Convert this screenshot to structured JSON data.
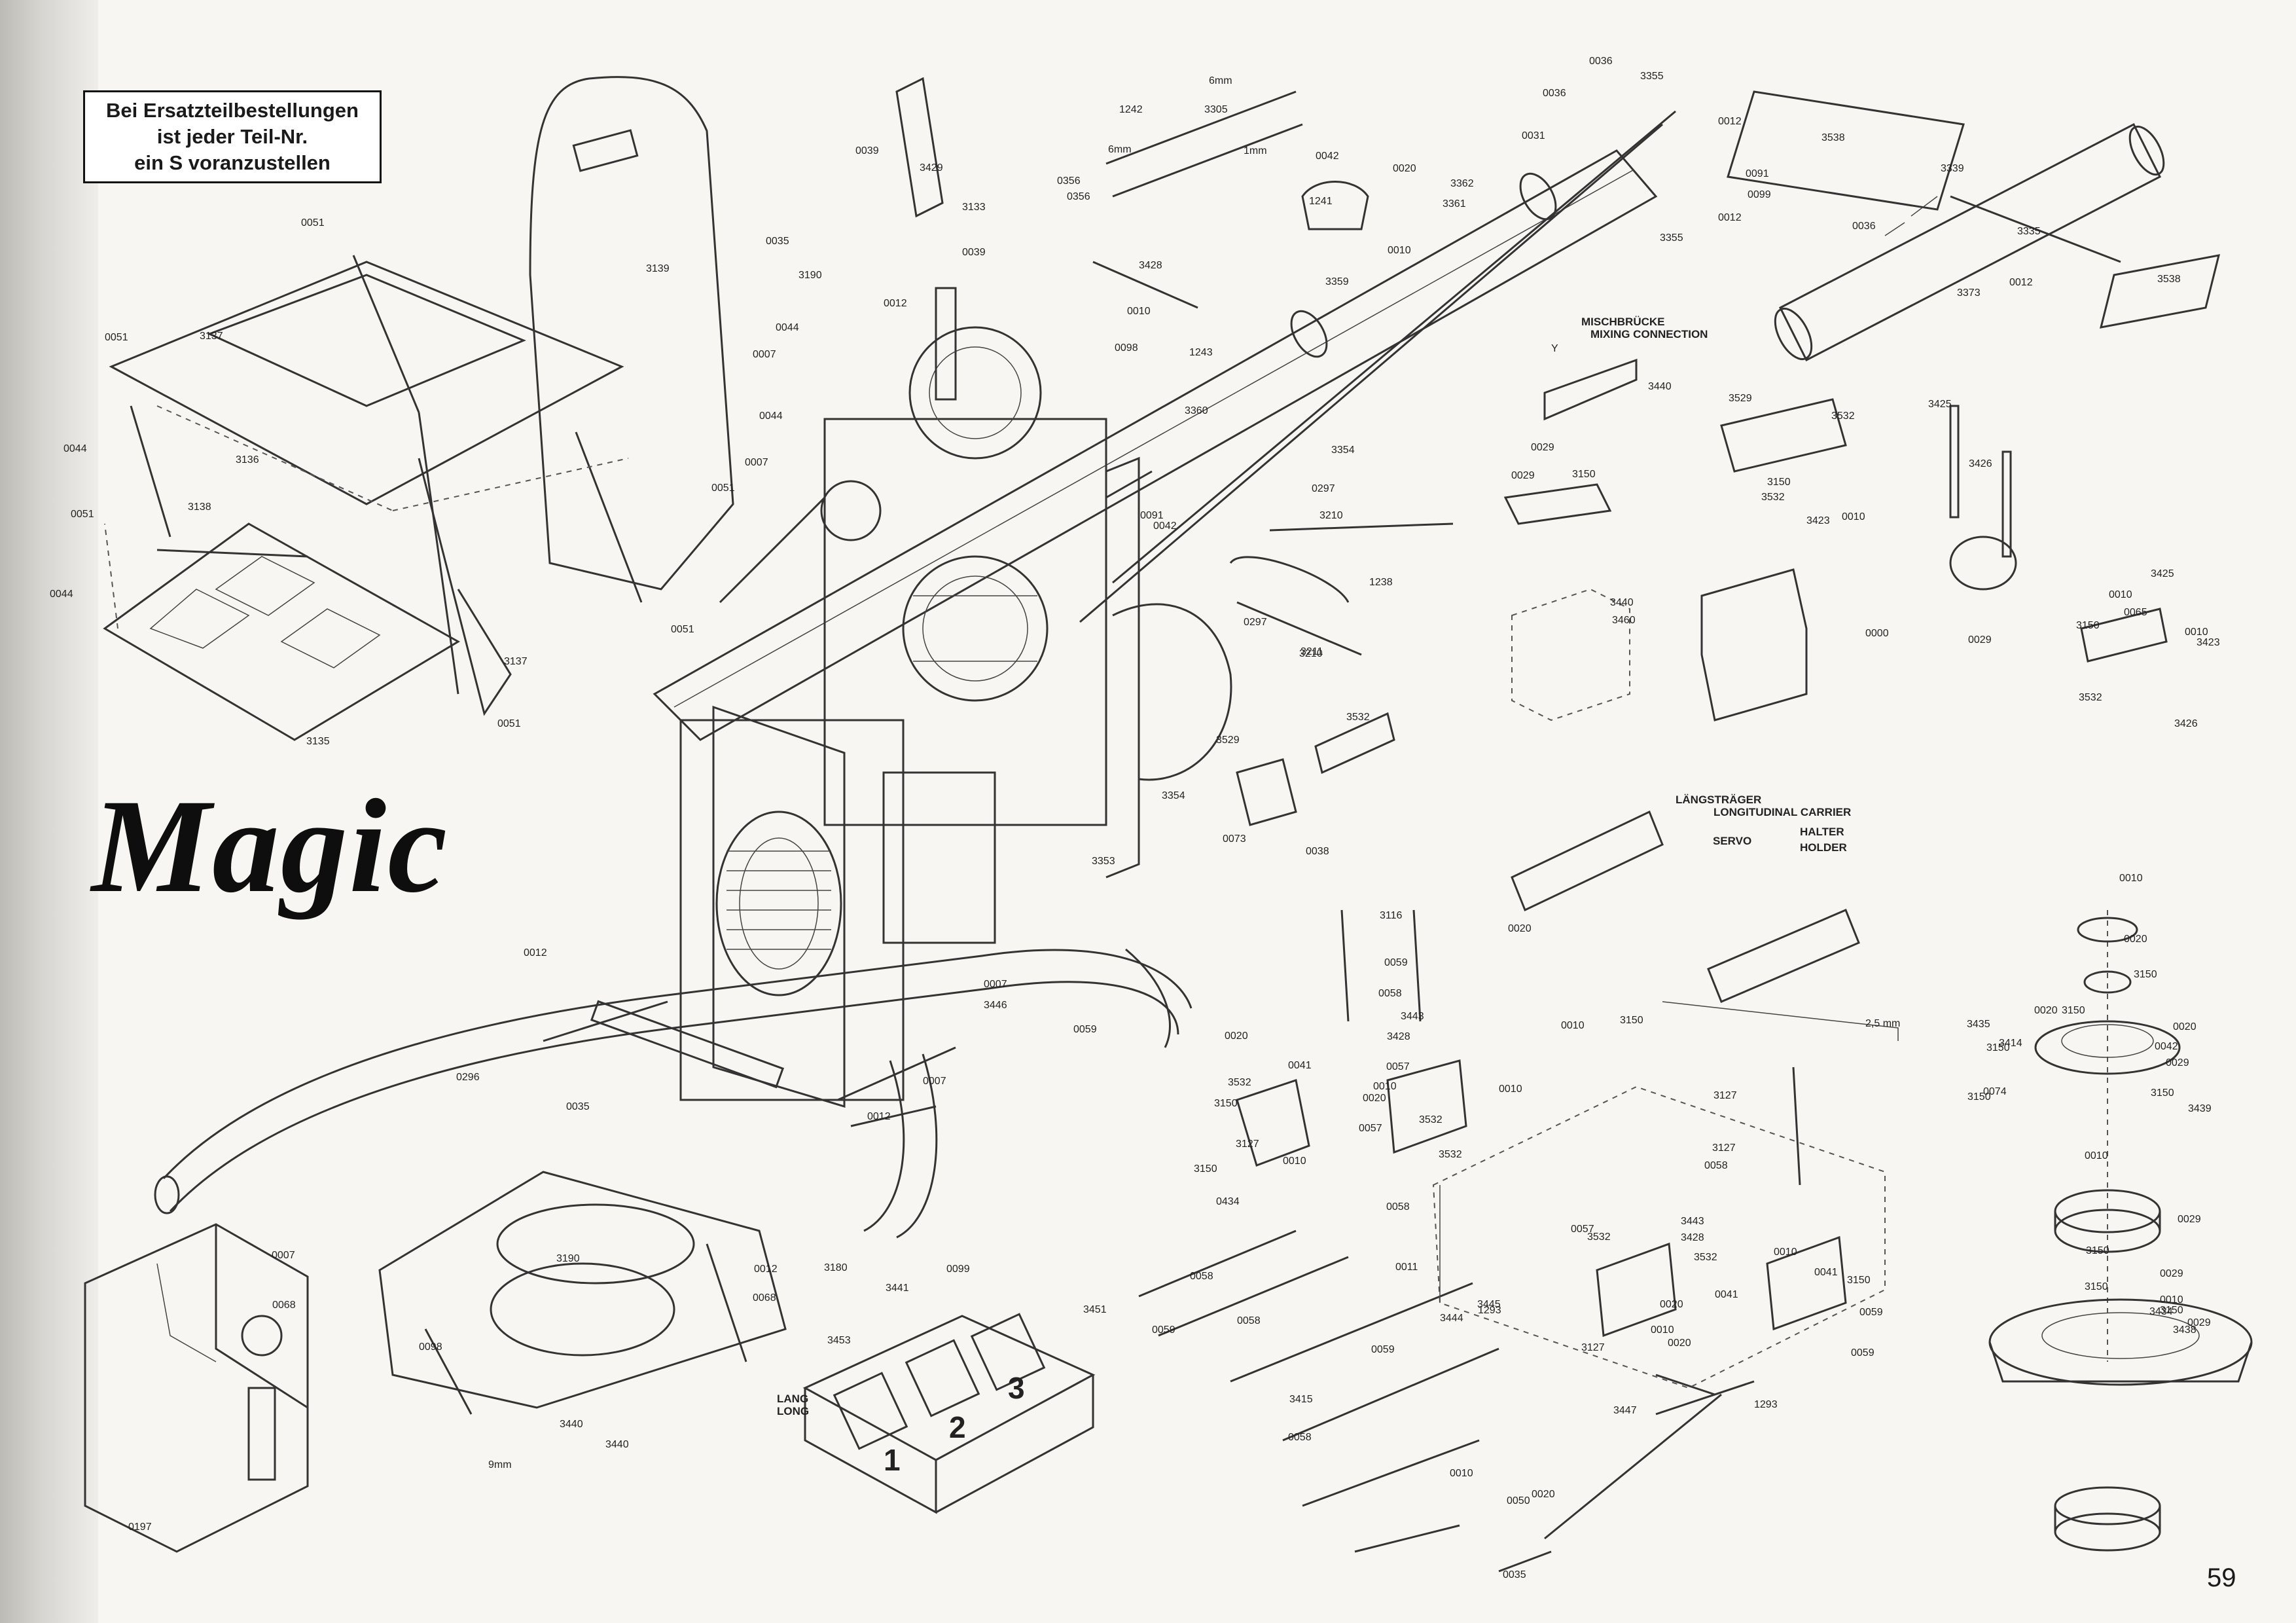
{
  "note": {
    "line1": "Bei Ersatzteilbestellungen",
    "line2": "ist jeder Teil-Nr.",
    "line3": "ein S voranzustellen"
  },
  "brand": "Magic",
  "page_number": "59",
  "captions": {
    "mixing_de": "MISCHBRÜCKE",
    "mixing_en": "MIXING CONNECTION",
    "carrier_de": "LÄNGSTRÄGER",
    "carrier_en": "LONGITUDINAL CARRIER",
    "servo": "SERVO",
    "halter": "HALTER",
    "holder": "HOLDER",
    "lang": "LANG",
    "long": "LONG"
  },
  "dimensions": {
    "d_6mm_a": "6mm",
    "d_6mm_b": "6mm",
    "d_1mm": "1mm",
    "d_9mm": "9mm",
    "d_25mm": "2,5 mm",
    "y_mark": "Y"
  },
  "servo_numbers": [
    "1",
    "2",
    "3"
  ],
  "parts": [
    "0051",
    "3139",
    "0051",
    "3137",
    "3136",
    "0044",
    "0051",
    "3138",
    "0044",
    "3137",
    "0051",
    "3135",
    "0051",
    "0051",
    "0035",
    "3190",
    "0012",
    "0044",
    "0007",
    "0044",
    "0007",
    "0039",
    "3429",
    "3133",
    "0039",
    "1242",
    "3305",
    "0356",
    "0356",
    "0042",
    "0020",
    "1241",
    "3362",
    "3361",
    "0010",
    "3359",
    "0036",
    "3355",
    "0036",
    "0031",
    "0012",
    "0091",
    "0099",
    "0012",
    "3355",
    "3538",
    "3339",
    "0036",
    "3335",
    "0012",
    "3373",
    "3538",
    "3428",
    "0010",
    "0098",
    "1243",
    "3360",
    "3354",
    "0091",
    "0042",
    "0297",
    "3210",
    "1238",
    "3211",
    "0297",
    "3210",
    "3440",
    "3529",
    "3532",
    "0029",
    "3150",
    "3425",
    "0029",
    "3150",
    "3532",
    "3423",
    "0010",
    "3426",
    "3425",
    "3440",
    "3460",
    "0000",
    "0010",
    "0065",
    "0010",
    "3423",
    "3150",
    "0029",
    "3532",
    "3426",
    "3532",
    "3529",
    "3354",
    "0073",
    "0038",
    "3353",
    "0012",
    "3116",
    "0059",
    "0058",
    "3443",
    "3428",
    "0020",
    "0041",
    "0057",
    "3532",
    "3150",
    "0010",
    "0020",
    "0010",
    "3532",
    "0057",
    "0010",
    "3150",
    "3127",
    "3532",
    "3127",
    "3127",
    "0058",
    "3443",
    "3428",
    "3532",
    "3150",
    "0010",
    "0057",
    "3532",
    "0041",
    "0020",
    "0020",
    "0010",
    "3127",
    "0041",
    "0059",
    "0059",
    "0434",
    "0058",
    "0011",
    "3444",
    "1293",
    "3445",
    "0058",
    "3451",
    "0058",
    "0059",
    "0059",
    "3415",
    "0058",
    "3447",
    "1293",
    "0010",
    "0050",
    "0020",
    "0035",
    "0007",
    "3446",
    "0059",
    "0296",
    "0035",
    "0007",
    "0012",
    "3190",
    "0007",
    "0012",
    "3180",
    "0068",
    "0068",
    "0098",
    "3440",
    "3440",
    "0197",
    "0099",
    "3441",
    "3453",
    "0020",
    "0010",
    "3150",
    "0010",
    "0020",
    "3150",
    "3435",
    "0020",
    "3150",
    "3150",
    "0020",
    "0042",
    "3414",
    "0029",
    "3150",
    "0074",
    "3150",
    "3439",
    "0010",
    "0029",
    "3150",
    "0029",
    "3150",
    "0010",
    "3150",
    "0029",
    "3434",
    "3438"
  ]
}
